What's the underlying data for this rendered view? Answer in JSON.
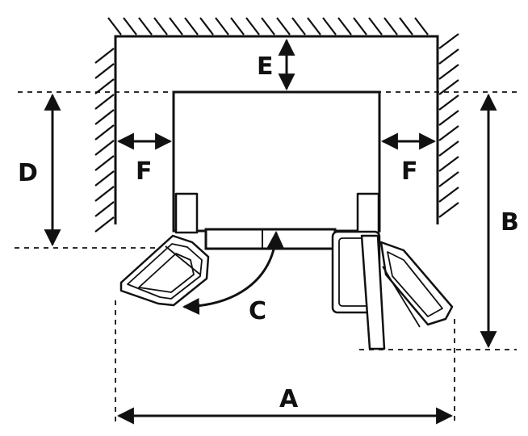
{
  "diagram": {
    "labels": {
      "a": "A",
      "b": "B",
      "c": "C",
      "d": "D",
      "e": "E",
      "f_left": "F",
      "f_right": "F"
    },
    "colors": {
      "ink": "#111111",
      "background": "#ffffff"
    }
  }
}
